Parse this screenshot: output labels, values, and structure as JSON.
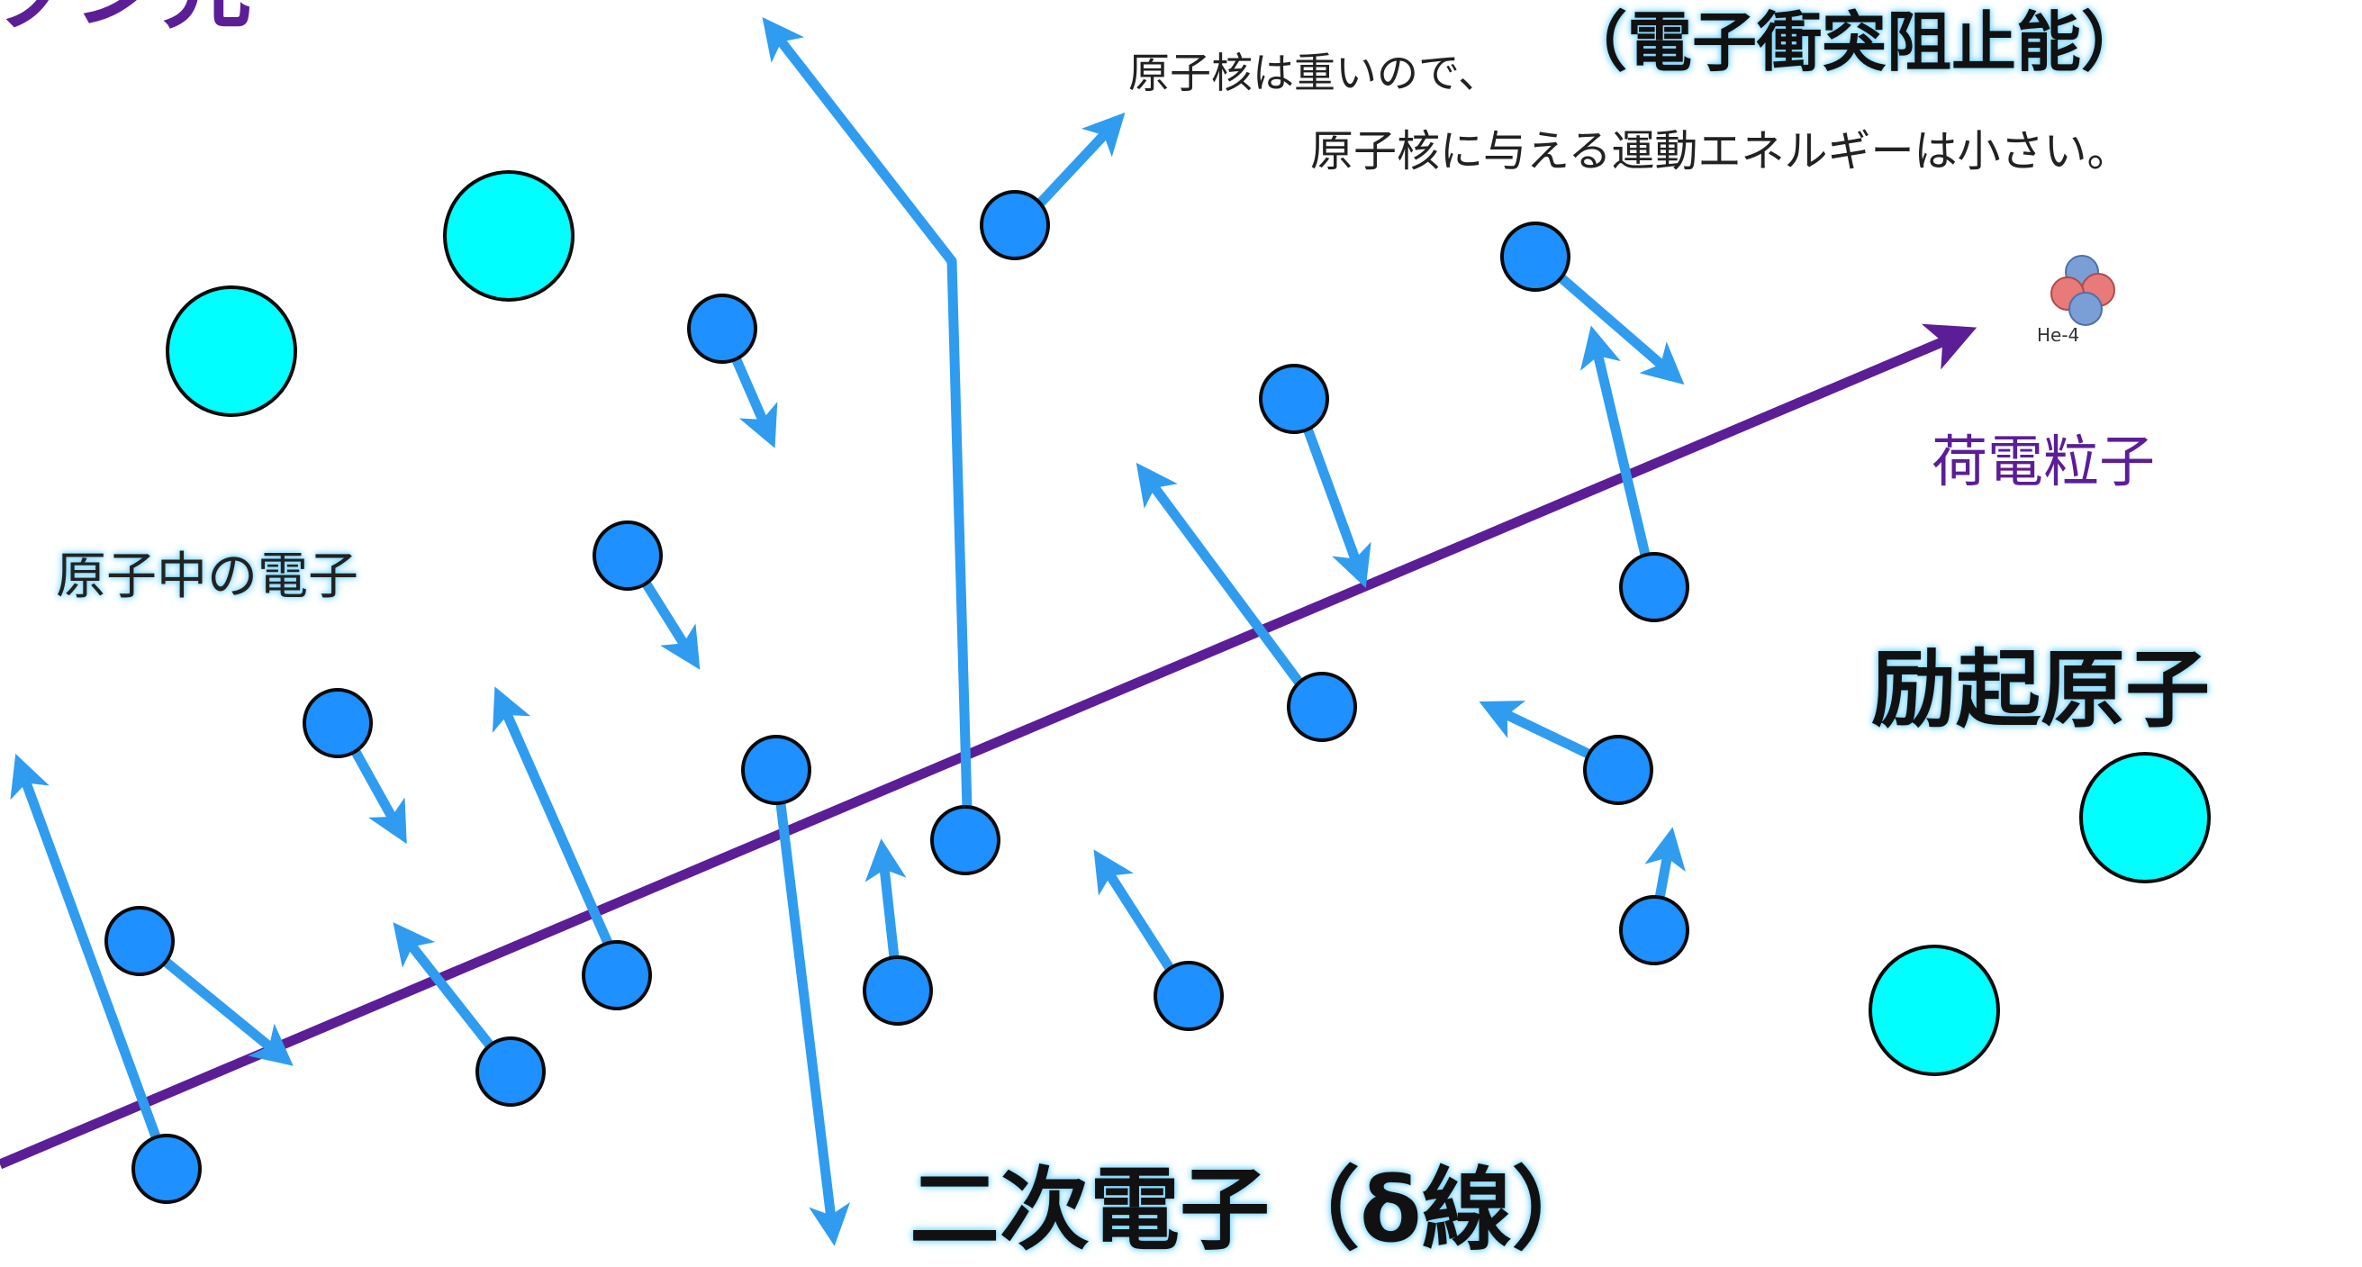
{
  "texts": {
    "corner_label": "ッシ先",
    "stopping_power": "（電子衝突阻止能）",
    "nucleus_note_1": "原子核は重いので、",
    "nucleus_note_2": "原子核に与える運動エネルギーは小さい。",
    "electrons_in_atom": "原子中の電子",
    "charged_particle": "荷電粒子",
    "excited_atom": "励起原子",
    "secondary_electron": "二次電子（δ線）",
    "he4_tag": "He-4"
  },
  "colors": {
    "track": "#5b1e96",
    "electron_fill": "#1e90ff",
    "arrow": "#2f9cf0",
    "atom_fill": "#00ffff",
    "label_purple": "#5b1e96",
    "glow": "#7fd7ff"
  },
  "icons": {
    "alpha_particle": "he4-nucleus-icon"
  }
}
